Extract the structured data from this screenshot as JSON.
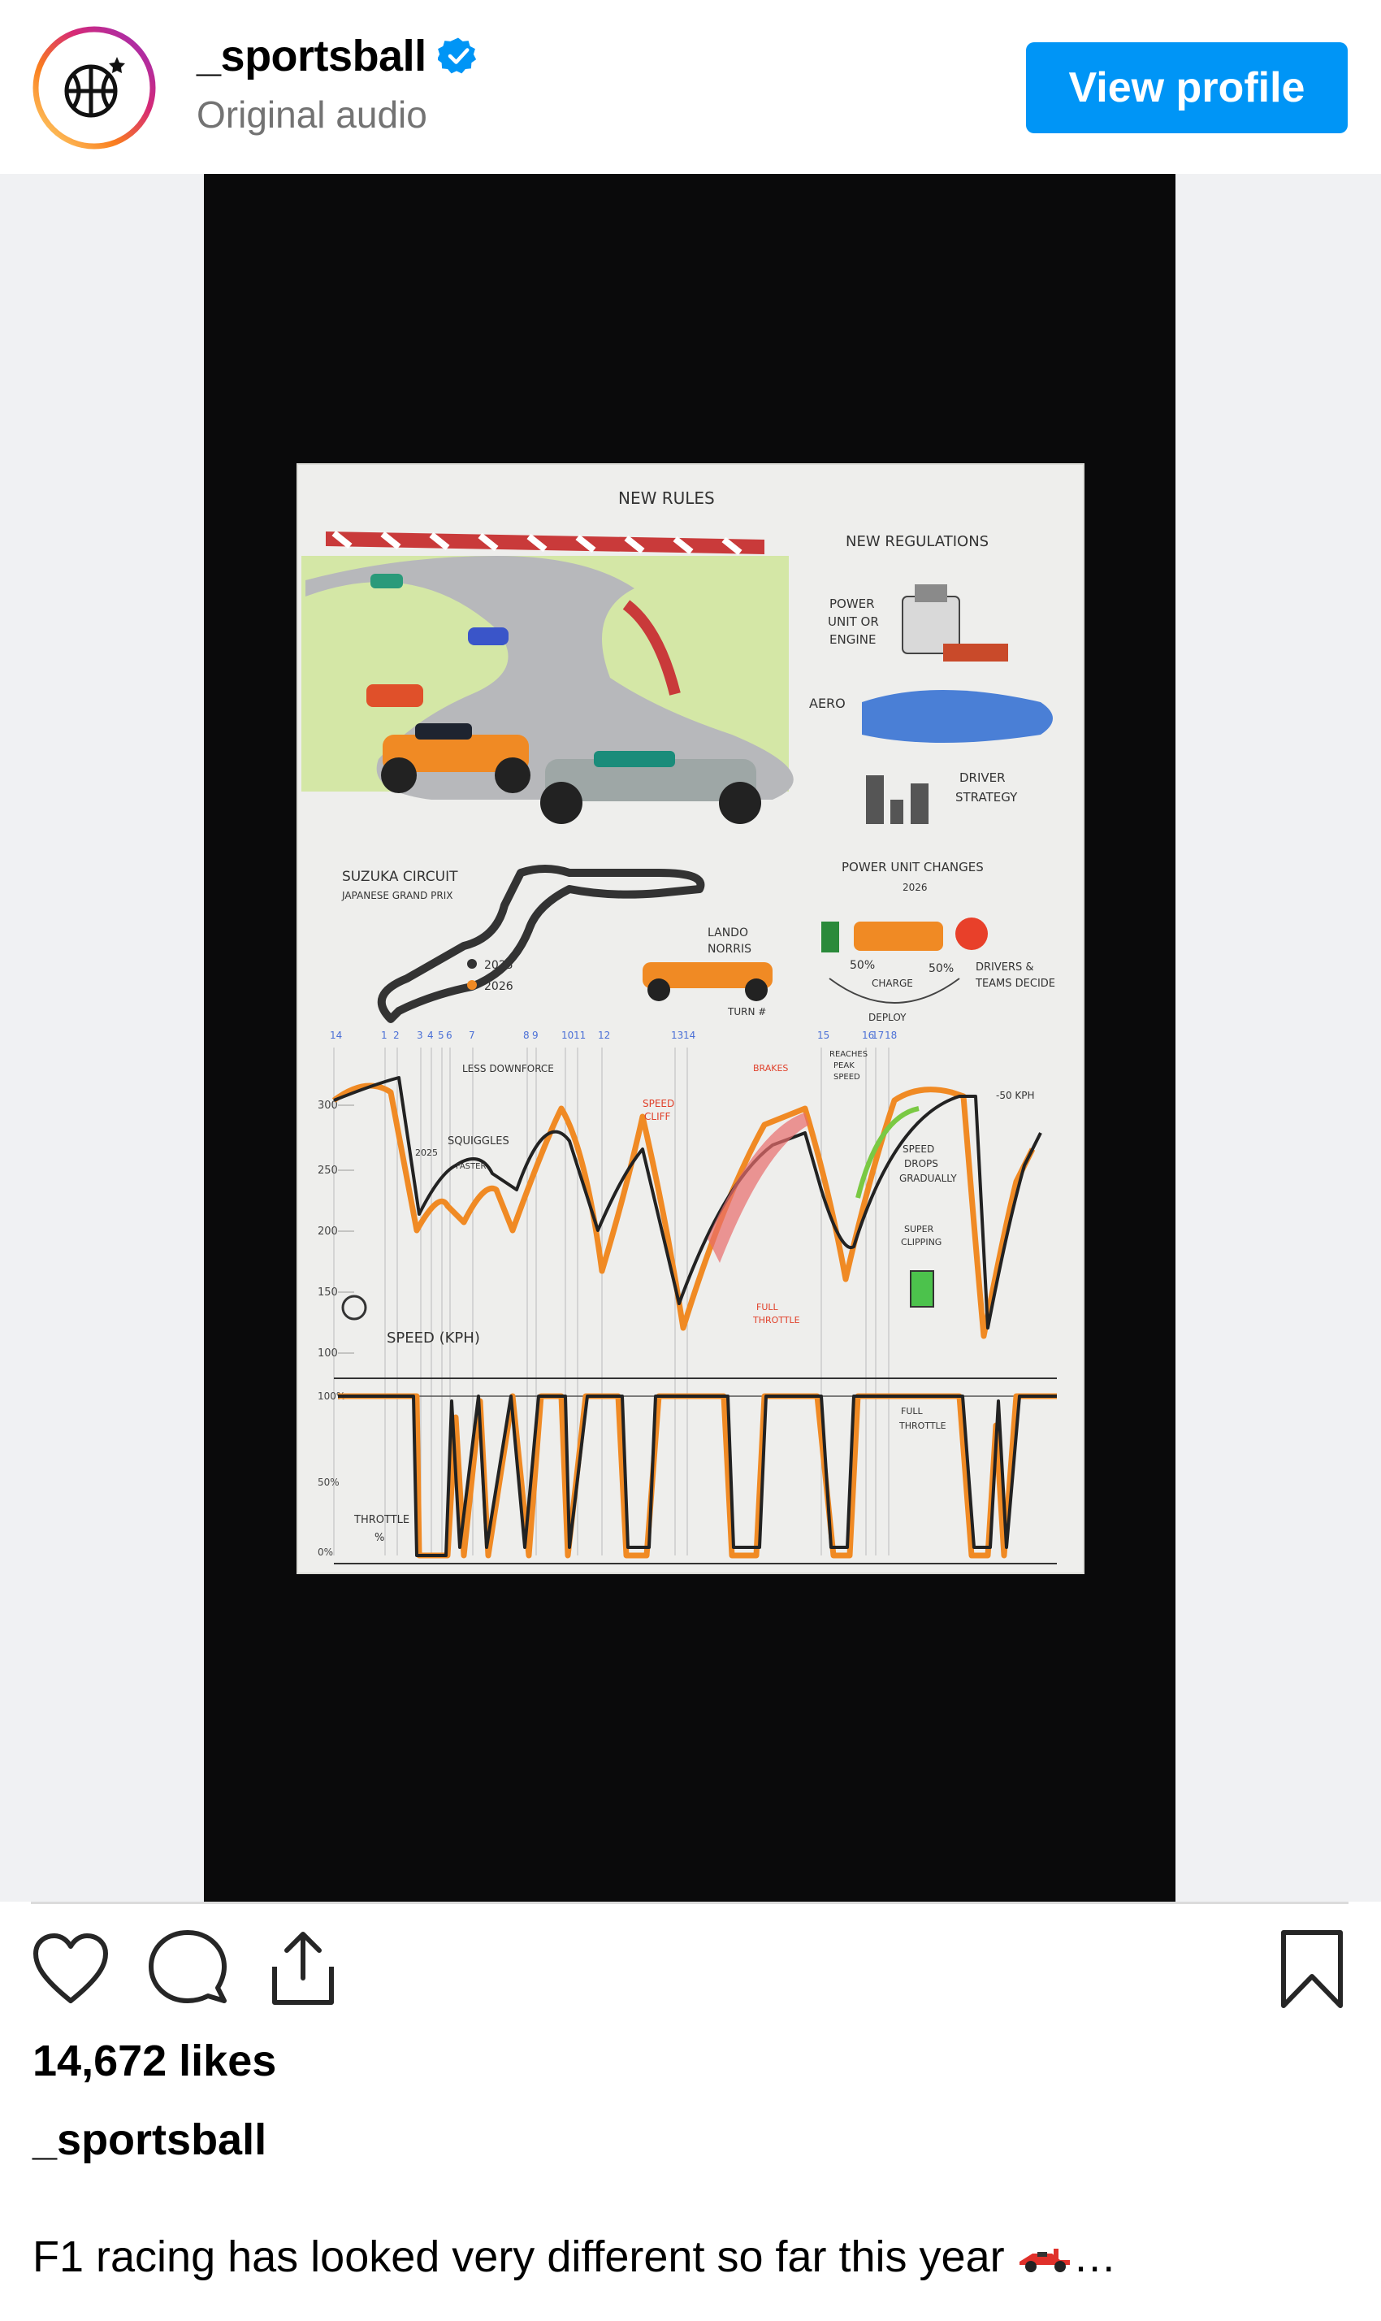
{
  "post": {
    "username": "_sportsball",
    "audio": "Original audio",
    "view_profile": "View profile",
    "likes": "14,672 likes",
    "caption_user": "_sportsball",
    "caption_text": "F1 racing has looked very different so far this year",
    "caption_more": "…"
  },
  "sketch": {
    "title": "NEW RULES",
    "regs_title": "NEW REGULATIONS",
    "reg_power": [
      "POWER",
      "UNIT OR",
      "ENGINE"
    ],
    "reg_aero": "AERO",
    "reg_strategy": [
      "DRIVER",
      "STRATEGY"
    ],
    "circuit_name": "SUZUKA CIRCUIT",
    "circuit_sub": "JAPANESE GRAND PRIX",
    "legend_2025": "2025",
    "legend_2026": "2026",
    "driver": [
      "LANDO",
      "NORRIS"
    ],
    "turn_label": "TURN #",
    "pu_title": "POWER UNIT CHANGES",
    "pu_year": "2026",
    "pu_left": "50%",
    "pu_right": "50%",
    "pu_charge": "CHARGE",
    "pu_deploy": "DEPLOY",
    "pu_decide": [
      "DRIVERS &",
      "TEAMS DECIDE"
    ],
    "turn_numbers": [
      "14",
      "1",
      "2",
      "3",
      "4",
      "5",
      "6",
      "7",
      "8",
      "9",
      "10",
      "11",
      "12",
      "13",
      "14",
      "15",
      "16",
      "17",
      "18"
    ],
    "speed_ticks": [
      "300",
      "250",
      "200",
      "150",
      "100"
    ],
    "throttle_ticks": [
      "100%",
      "50%",
      "0%"
    ],
    "speed_label": "SPEED (KPH)",
    "throttle_label": [
      "THROTTLE",
      "%"
    ],
    "notes": {
      "downforce": "LESS DOWNFORCE",
      "squiggles": "SQUIGGLES",
      "faster": [
        "2025",
        "FASTER"
      ],
      "speed_cliff": [
        "SPEED",
        "CLIFF"
      ],
      "brakes": "BRAKES",
      "peak": [
        "REACHES",
        "PEAK",
        "SPEED"
      ],
      "minus50": "-50 KPH",
      "drops": [
        "SPEED",
        "DROPS",
        "GRADUALLY"
      ],
      "clipping": [
        "SUPER",
        "CLIPPING"
      ],
      "full_throttle_a": [
        "FULL",
        "THROTTLE"
      ],
      "full_throttle_b": [
        "FULL",
        "THROTTLE"
      ]
    }
  },
  "colors": {
    "accent": "#0095f6",
    "orange_2026": "#f08a24",
    "black_2025": "#222222",
    "muted": "#737373"
  },
  "icons": [
    "basketball-icon",
    "verified-badge-icon",
    "heart-icon",
    "comment-icon",
    "share-icon",
    "bookmark-icon",
    "race-car-emoji"
  ]
}
